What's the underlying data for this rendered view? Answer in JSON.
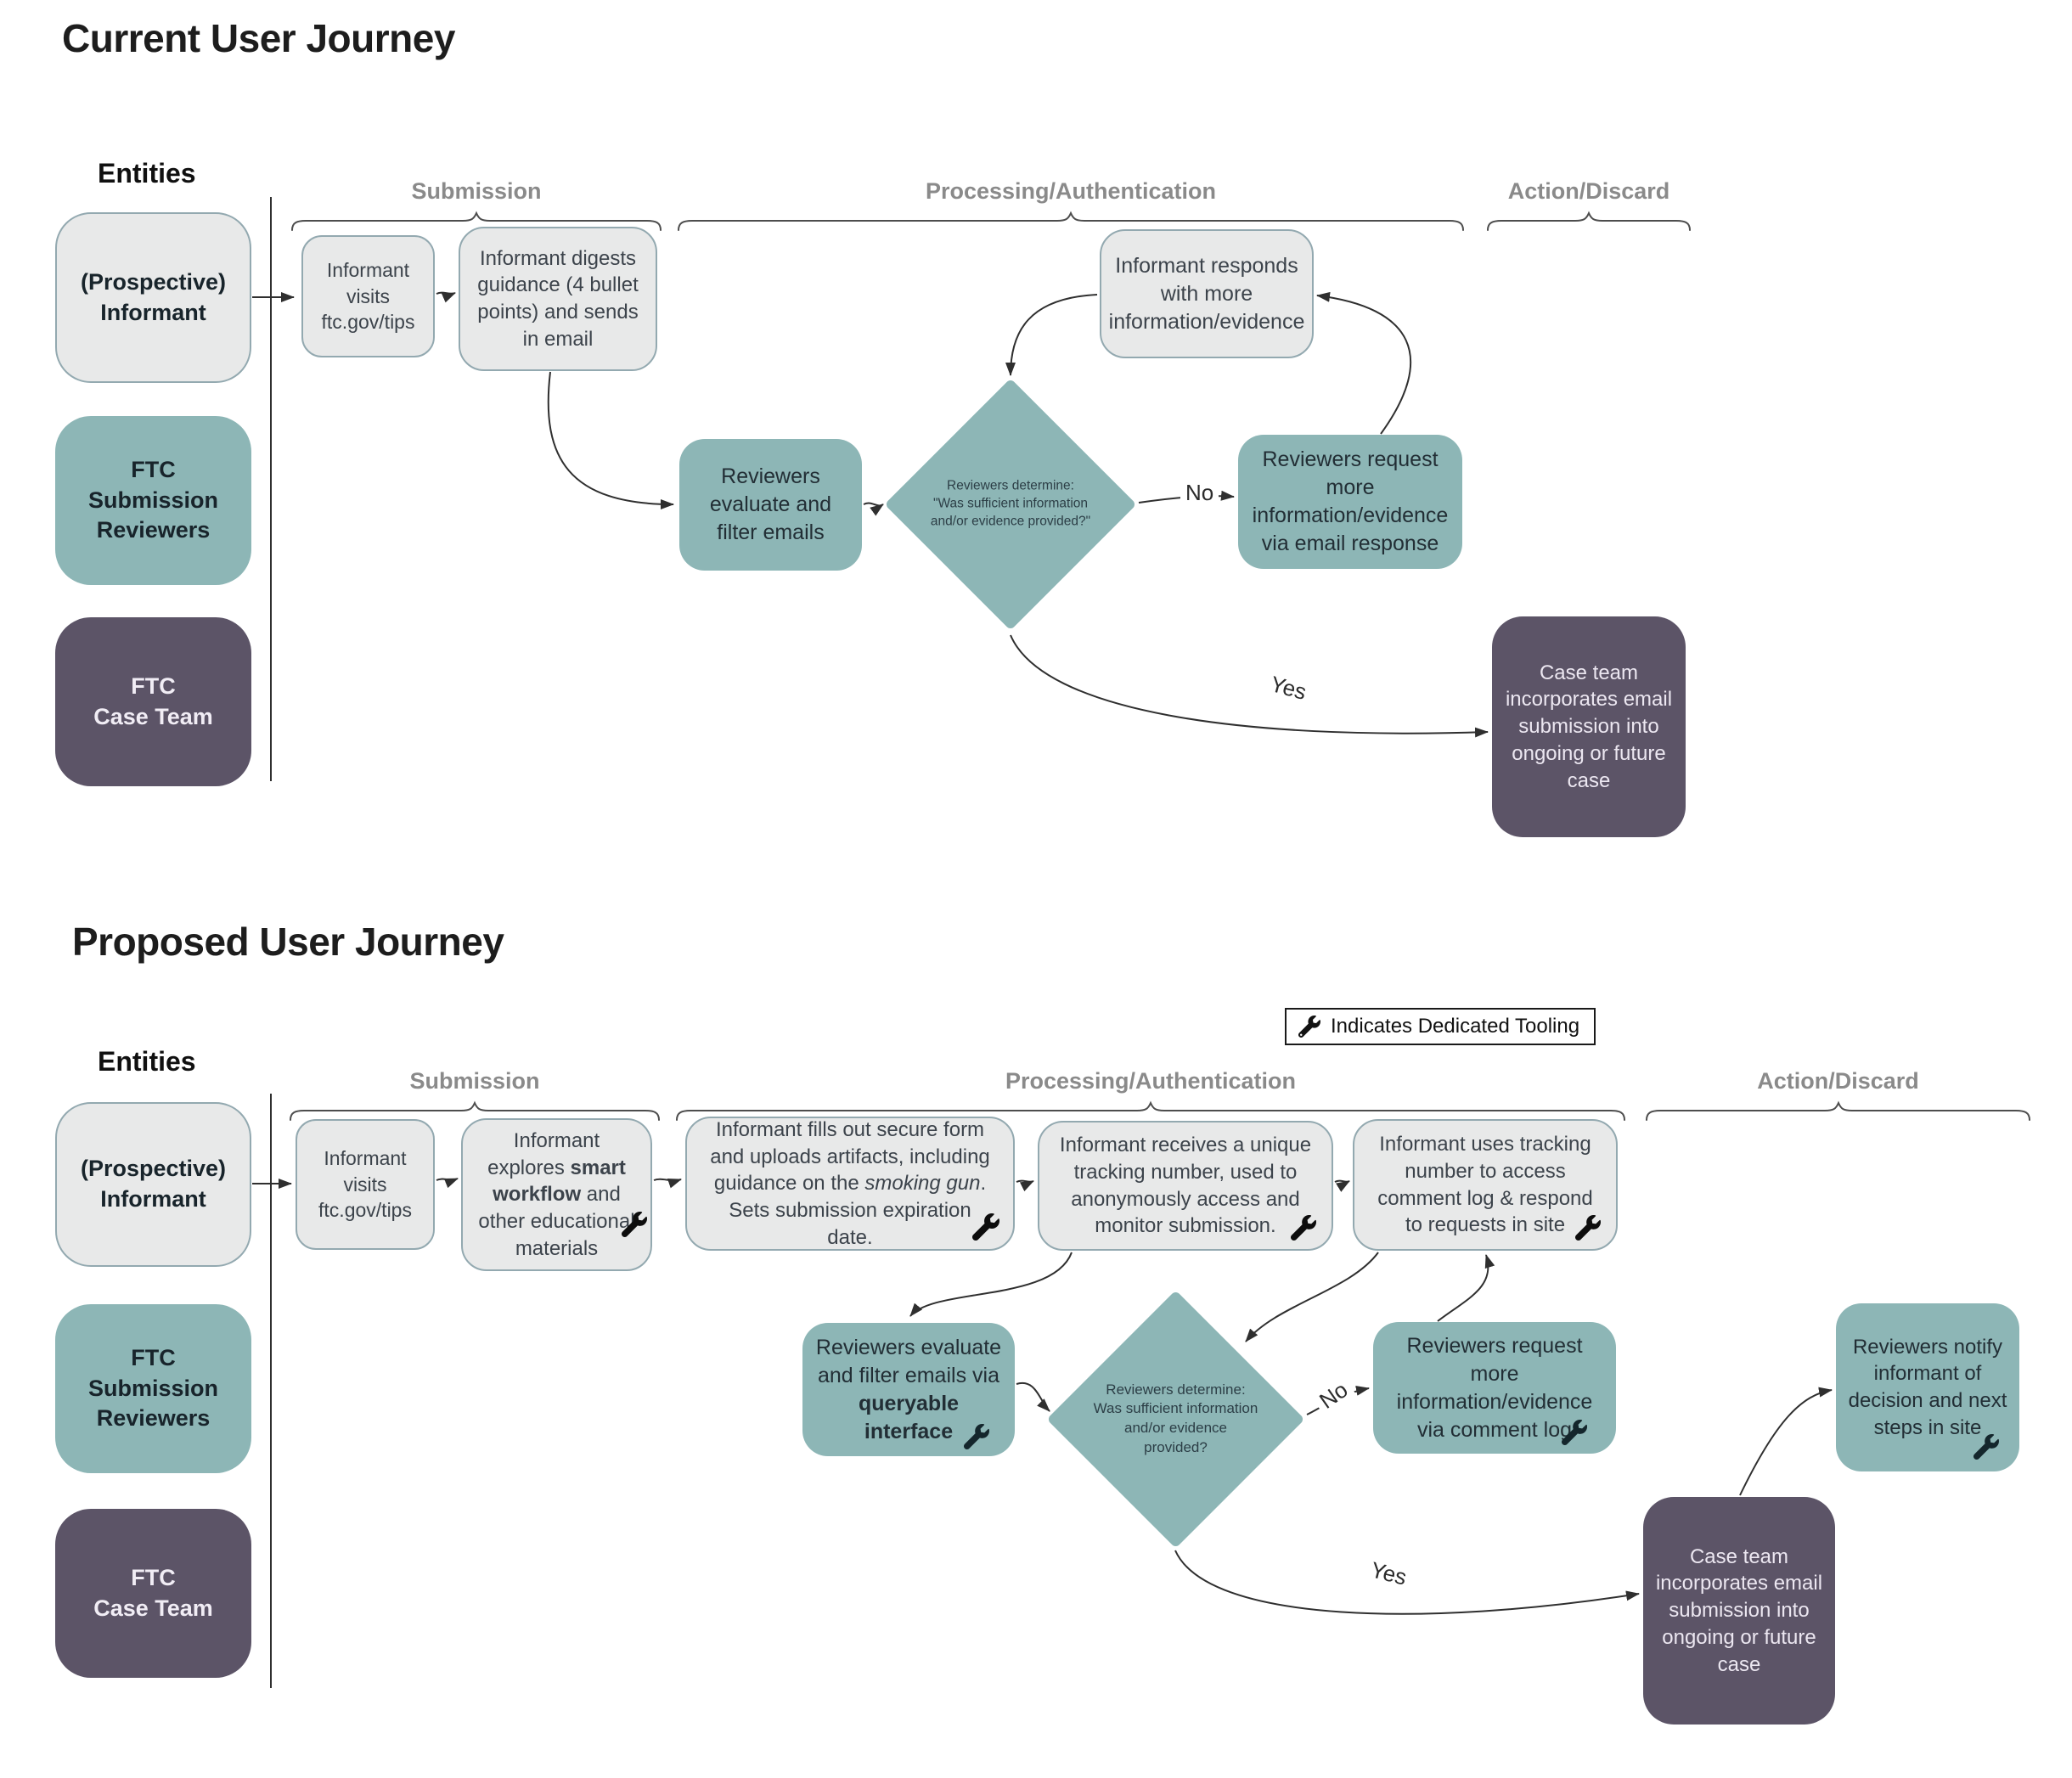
{
  "legend": {
    "icon": "wrench-icon",
    "label": "Indicates Dedicated Tooling"
  },
  "current": {
    "title": "Current User Journey",
    "entities_heading": "Entities",
    "entities": {
      "informant": "(Prospective)\nInformant",
      "reviewers": "FTC\nSubmission\nReviewers",
      "case_team": "FTC\nCase Team"
    },
    "phases": {
      "submission": "Submission",
      "processing": "Processing/Authentication",
      "action": "Action/Discard"
    },
    "nodes": {
      "visit": "Informant visits ftc.gov/tips",
      "digest": "Informant digests guidance (4 bullet points) and sends in email",
      "evaluate": "Reviewers evaluate and filter emails",
      "decision": "Reviewers determine: \"Was sufficient information and/or evidence provided?\"",
      "respond": "Informant responds with more information/evidence",
      "request": "Reviewers request more information/evidence via email response",
      "incorporate": "Case team incorporates email submission into ongoing or future case"
    },
    "edge_labels": {
      "no": "No",
      "yes": "Yes"
    }
  },
  "proposed": {
    "title": "Proposed User Journey",
    "entities_heading": "Entities",
    "entities": {
      "informant": "(Prospective)\nInformant",
      "reviewers": "FTC\nSubmission\nReviewers",
      "case_team": "FTC\nCase Team"
    },
    "phases": {
      "submission": "Submission",
      "processing": "Processing/Authentication",
      "action": "Action/Discard"
    },
    "nodes": {
      "visit": "Informant visits ftc.gov/tips",
      "explore_pre": "Informant explores ",
      "explore_bold": "smart workflow",
      "explore_post": " and other educational materials",
      "form_pre": "Informant fills out secure form and uploads artifacts, including guidance on the ",
      "form_italic": "smoking gun",
      "form_post": ". Sets submission expiration date.",
      "tracking": "Informant receives a unique tracking number, used to anonymously access and monitor submission.",
      "uses": "Informant uses tracking number to access comment log & respond to requests in site",
      "evaluate_pre": "Reviewers evaluate and filter emails via ",
      "evaluate_bold": "queryable interface",
      "decision": "Reviewers determine: Was sufficient information and/or evidence provided?",
      "request": "Reviewers request more information/evidence via comment log",
      "notify": "Reviewers notify informant of decision and next steps in site",
      "incorporate": "Case team incorporates email submission into ongoing or future case"
    },
    "edge_labels": {
      "no": "No",
      "yes": "Yes"
    }
  }
}
